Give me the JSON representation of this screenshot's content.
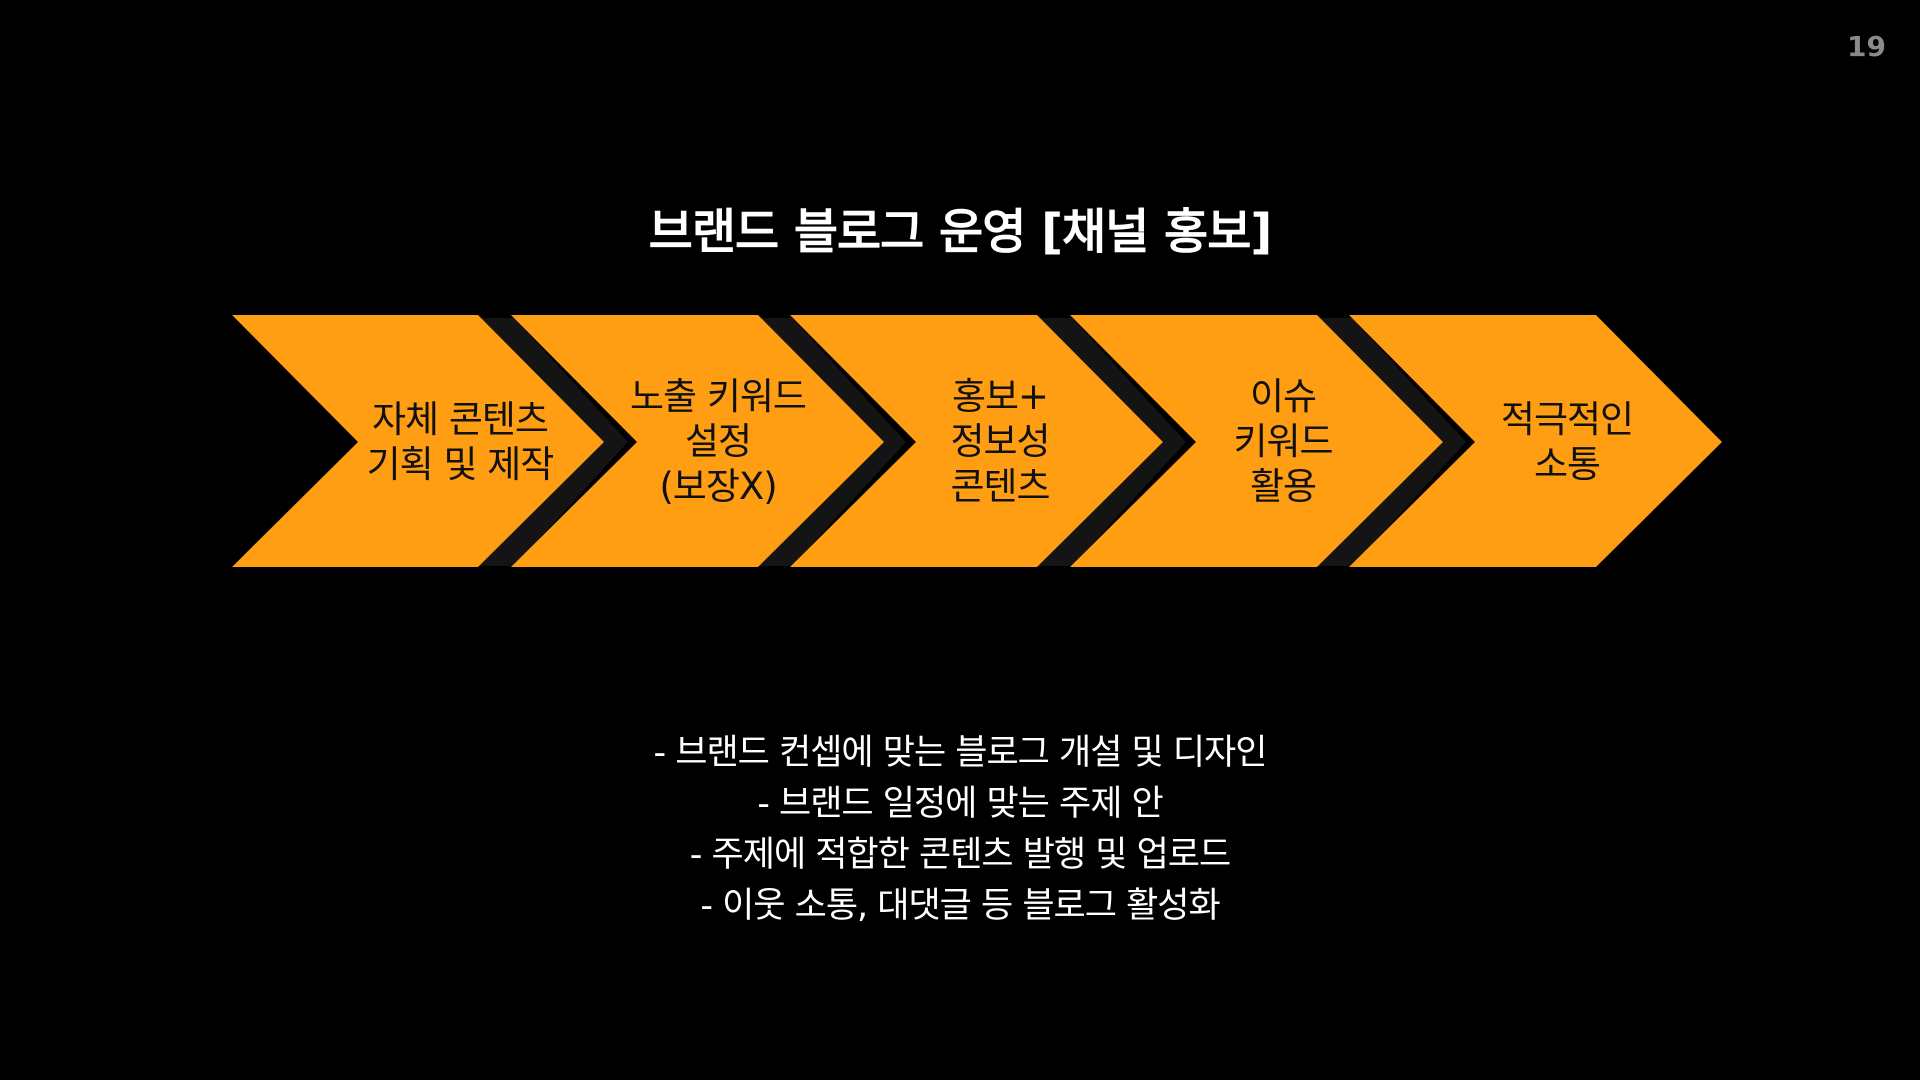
{
  "page_number": "19",
  "title": "브랜드 블로그 운영 [채널 홍보]",
  "colors": {
    "chevron_fill": "#FF9E12",
    "chevron_shadow": "#141414",
    "background": "#000000",
    "text": "#FFFFFF"
  },
  "steps": [
    {
      "lines": [
        "자체 콘텐츠",
        "기획 및 제작"
      ]
    },
    {
      "lines": [
        "노출 키워드",
        "설정",
        "(보장X)"
      ]
    },
    {
      "lines": [
        "홍보+",
        "정보성",
        "콘텐츠"
      ]
    },
    {
      "lines": [
        "이슈",
        "키워드",
        "활용"
      ]
    },
    {
      "lines": [
        "적극적인",
        "소통"
      ]
    }
  ],
  "bullets": [
    "- 브랜드 컨셉에 맞는 블로그 개설 및 디자인",
    "- 브랜드 일정에 맞는 주제 안",
    "- 주제에 적합한 콘텐츠 발행 및 업로드",
    "- 이웃 소통, 대댓글 등 블로그 활성화"
  ]
}
